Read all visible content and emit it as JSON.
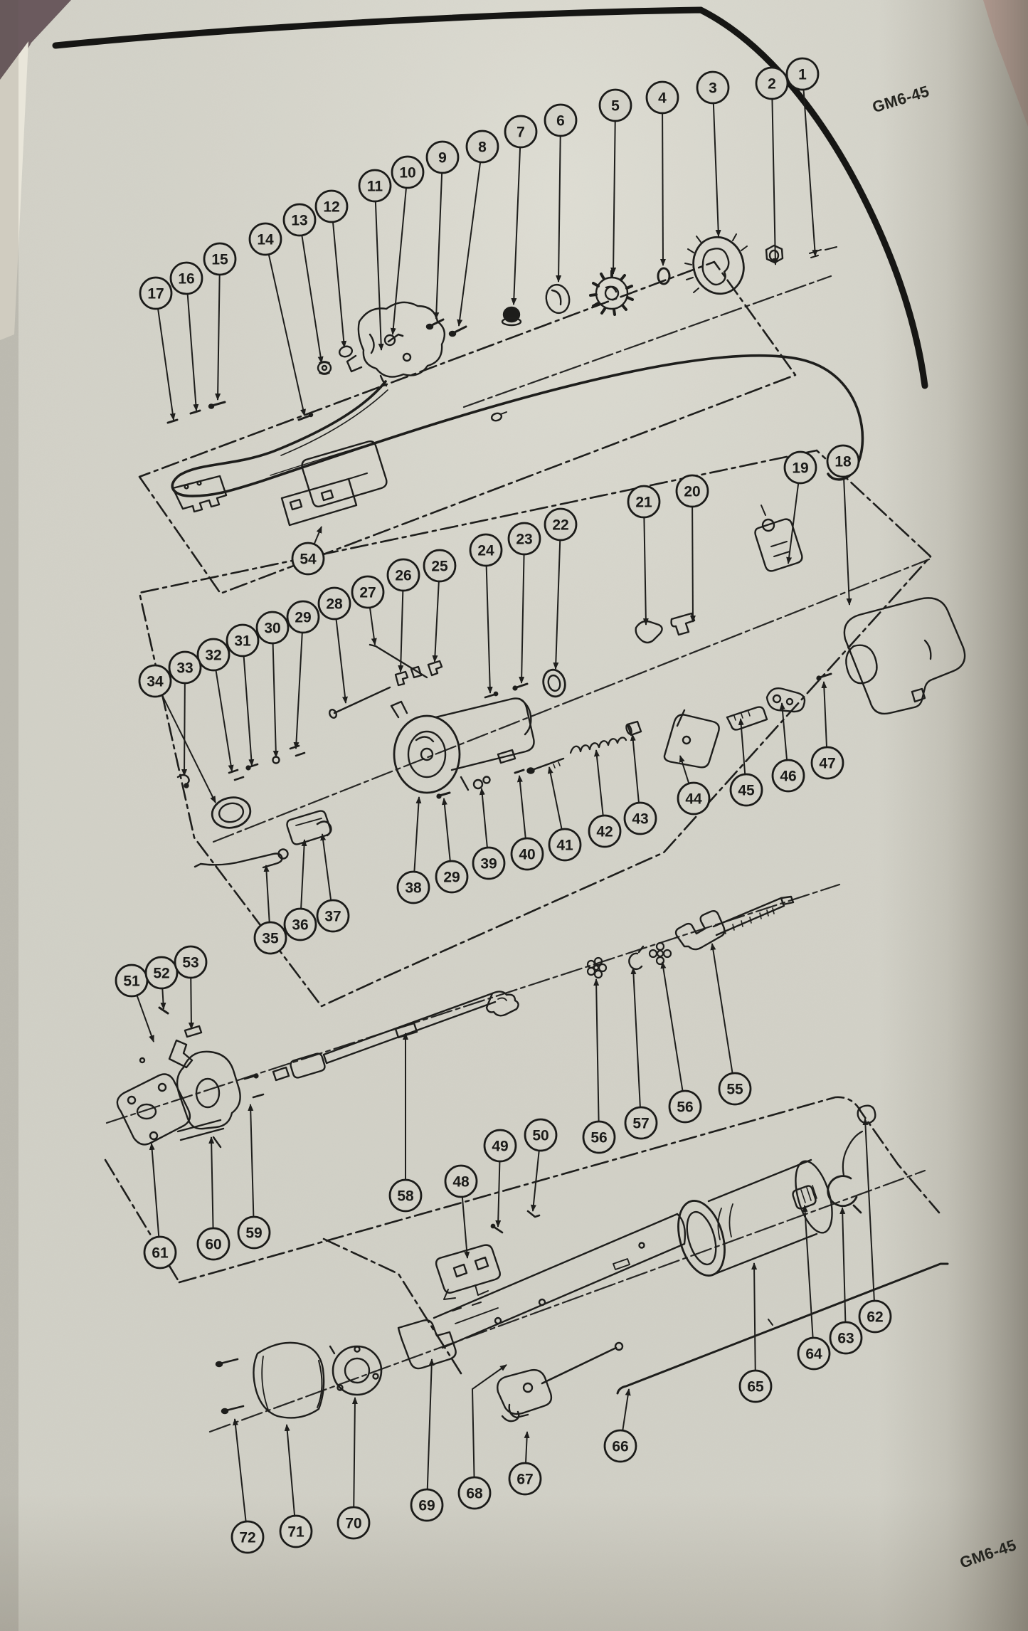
{
  "page": {
    "header_code": "GM6-45",
    "footer_code": "GM6-45",
    "type": "exploded-parts-diagram"
  },
  "callouts": [
    {
      "label": "1",
      "c": [
        1128,
        104
      ],
      "t": [
        1146,
        360
      ]
    },
    {
      "label": "2",
      "c": [
        1085,
        117
      ],
      "t": [
        1090,
        372
      ]
    },
    {
      "label": "3",
      "c": [
        1002,
        123
      ],
      "t": [
        1010,
        332
      ]
    },
    {
      "label": "4",
      "c": [
        931,
        137
      ],
      "t": [
        932,
        373
      ]
    },
    {
      "label": "5",
      "c": [
        865,
        148
      ],
      "t": [
        862,
        385
      ]
    },
    {
      "label": "6",
      "c": [
        788,
        169
      ],
      "t": [
        785,
        396
      ]
    },
    {
      "label": "7",
      "c": [
        732,
        185
      ],
      "t": [
        722,
        428
      ]
    },
    {
      "label": "8",
      "c": [
        678,
        206
      ],
      "t": [
        645,
        458
      ]
    },
    {
      "label": "9",
      "c": [
        622,
        221
      ],
      "t": [
        613,
        448
      ]
    },
    {
      "label": "10",
      "c": [
        573,
        242
      ],
      "t": [
        552,
        470
      ]
    },
    {
      "label": "11",
      "c": [
        527,
        261
      ],
      "t": [
        536,
        492
      ]
    },
    {
      "label": "12",
      "c": [
        466,
        290
      ],
      "t": [
        484,
        488
      ]
    },
    {
      "label": "13",
      "c": [
        421,
        309
      ],
      "t": [
        452,
        510
      ]
    },
    {
      "label": "14",
      "c": [
        373,
        336
      ],
      "t": [
        428,
        584
      ]
    },
    {
      "label": "15",
      "c": [
        309,
        364
      ],
      "t": [
        306,
        562
      ]
    },
    {
      "label": "16",
      "c": [
        262,
        391
      ],
      "t": [
        276,
        577
      ]
    },
    {
      "label": "17",
      "c": [
        219,
        412
      ],
      "t": [
        244,
        590
      ]
    },
    {
      "label": "18",
      "c": [
        1185,
        648
      ],
      "t": [
        1194,
        850
      ]
    },
    {
      "label": "19",
      "c": [
        1125,
        657
      ],
      "t": [
        1108,
        792
      ]
    },
    {
      "label": "20",
      "c": [
        973,
        690
      ],
      "t": [
        974,
        874
      ]
    },
    {
      "label": "21",
      "c": [
        905,
        705
      ],
      "t": [
        908,
        878
      ]
    },
    {
      "label": "22",
      "c": [
        788,
        737
      ],
      "t": [
        781,
        940
      ]
    },
    {
      "label": "23",
      "c": [
        737,
        757
      ],
      "t": [
        733,
        960
      ]
    },
    {
      "label": "24",
      "c": [
        683,
        773
      ],
      "t": [
        689,
        974
      ]
    },
    {
      "label": "25",
      "c": [
        618,
        795
      ],
      "t": [
        611,
        930
      ]
    },
    {
      "label": "26",
      "c": [
        567,
        808
      ],
      "t": [
        563,
        944
      ]
    },
    {
      "label": "27",
      "c": [
        517,
        832
      ],
      "t": [
        527,
        906
      ]
    },
    {
      "label": "28",
      "c": [
        470,
        848
      ],
      "t": [
        486,
        988
      ]
    },
    {
      "label": "29",
      "c": [
        426,
        867
      ],
      "t": [
        416,
        1052
      ]
    },
    {
      "label": "30",
      "c": [
        383,
        882
      ],
      "t": [
        388,
        1064
      ]
    },
    {
      "label": "31",
      "c": [
        341,
        900
      ],
      "t": [
        354,
        1076
      ]
    },
    {
      "label": "32",
      "c": [
        300,
        920
      ],
      "t": [
        326,
        1084
      ]
    },
    {
      "label": "33",
      "c": [
        260,
        938
      ],
      "t": [
        259,
        1090
      ]
    },
    {
      "label": "34",
      "c": [
        218,
        957
      ],
      "t": [
        303,
        1128
      ]
    },
    {
      "label": "35",
      "c": [
        380,
        1318
      ],
      "t": [
        374,
        1216
      ]
    },
    {
      "label": "36",
      "c": [
        422,
        1299
      ],
      "t": [
        428,
        1180
      ]
    },
    {
      "label": "37",
      "c": [
        468,
        1287
      ],
      "t": [
        453,
        1172
      ]
    },
    {
      "label": "38",
      "c": [
        581,
        1247
      ],
      "t": [
        589,
        1120
      ]
    },
    {
      "label": "29",
      "c": [
        635,
        1232
      ],
      "t": [
        624,
        1122
      ]
    },
    {
      "label": "39",
      "c": [
        687,
        1213
      ],
      "t": [
        677,
        1108
      ]
    },
    {
      "label": "40",
      "c": [
        741,
        1200
      ],
      "t": [
        730,
        1090
      ]
    },
    {
      "label": "41",
      "c": [
        794,
        1187
      ],
      "t": [
        772,
        1078
      ]
    },
    {
      "label": "42",
      "c": [
        850,
        1168
      ],
      "t": [
        838,
        1054
      ]
    },
    {
      "label": "43",
      "c": [
        900,
        1150
      ],
      "t": [
        889,
        1032
      ]
    },
    {
      "label": "44",
      "c": [
        975,
        1122
      ],
      "t": [
        956,
        1062
      ]
    },
    {
      "label": "45",
      "c": [
        1049,
        1110
      ],
      "t": [
        1041,
        1010
      ]
    },
    {
      "label": "46",
      "c": [
        1108,
        1090
      ],
      "t": [
        1099,
        988
      ]
    },
    {
      "label": "47",
      "c": [
        1163,
        1072
      ],
      "t": [
        1158,
        958
      ]
    },
    {
      "label": "48",
      "c": [
        648,
        1660
      ],
      "t": [
        657,
        1768
      ]
    },
    {
      "label": "49",
      "c": [
        703,
        1610
      ],
      "t": [
        700,
        1724
      ]
    },
    {
      "label": "50",
      "c": [
        760,
        1595
      ],
      "t": [
        749,
        1702
      ]
    },
    {
      "label": "51",
      "c": [
        185,
        1378
      ],
      "t": [
        216,
        1464
      ]
    },
    {
      "label": "52",
      "c": [
        227,
        1367
      ],
      "t": [
        230,
        1418
      ]
    },
    {
      "label": "53",
      "c": [
        268,
        1352
      ],
      "t": [
        269,
        1446
      ]
    },
    {
      "label": "54",
      "c": [
        433,
        785
      ],
      "t": [
        452,
        740
      ]
    },
    {
      "label": "55",
      "c": [
        1033,
        1530
      ],
      "t": [
        1001,
        1326
      ]
    },
    {
      "label": "56",
      "c": [
        842,
        1598
      ],
      "t": [
        838,
        1376
      ]
    },
    {
      "label": "57",
      "c": [
        901,
        1578
      ],
      "t": [
        890,
        1360
      ]
    },
    {
      "label": "56",
      "c": [
        963,
        1555
      ],
      "t": [
        931,
        1352
      ]
    },
    {
      "label": "58",
      "c": [
        570,
        1680
      ],
      "t": [
        570,
        1452
      ]
    },
    {
      "label": "59",
      "c": [
        357,
        1732
      ],
      "t": [
        352,
        1552
      ]
    },
    {
      "label": "60",
      "c": [
        300,
        1748
      ],
      "t": [
        297,
        1598
      ]
    },
    {
      "label": "61",
      "c": [
        225,
        1760
      ],
      "t": [
        213,
        1607
      ]
    },
    {
      "label": "62",
      "c": [
        1230,
        1850
      ],
      "t": [
        1216,
        1572
      ]
    },
    {
      "label": "63",
      "c": [
        1189,
        1880
      ],
      "t": [
        1184,
        1697
      ]
    },
    {
      "label": "64",
      "c": [
        1144,
        1902
      ],
      "t": [
        1131,
        1694
      ]
    },
    {
      "label": "65",
      "c": [
        1062,
        1948
      ],
      "t": [
        1060,
        1775
      ]
    },
    {
      "label": "66",
      "c": [
        872,
        2032
      ],
      "t": [
        884,
        1952
      ]
    },
    {
      "label": "67",
      "c": [
        738,
        2078
      ],
      "t": [
        741,
        2012
      ]
    },
    {
      "label": "68",
      "c": [
        667,
        2098
      ],
      "via": [
        664,
        1952
      ],
      "t": [
        712,
        1918
      ]
    },
    {
      "label": "69",
      "c": [
        600,
        2115
      ],
      "t": [
        607,
        1910
      ]
    },
    {
      "label": "70",
      "c": [
        497,
        2140
      ],
      "t": [
        499,
        1964
      ]
    },
    {
      "label": "71",
      "c": [
        416,
        2152
      ],
      "t": [
        403,
        2002
      ]
    },
    {
      "label": "72",
      "c": [
        348,
        2160
      ],
      "t": [
        330,
        1994
      ]
    }
  ]
}
